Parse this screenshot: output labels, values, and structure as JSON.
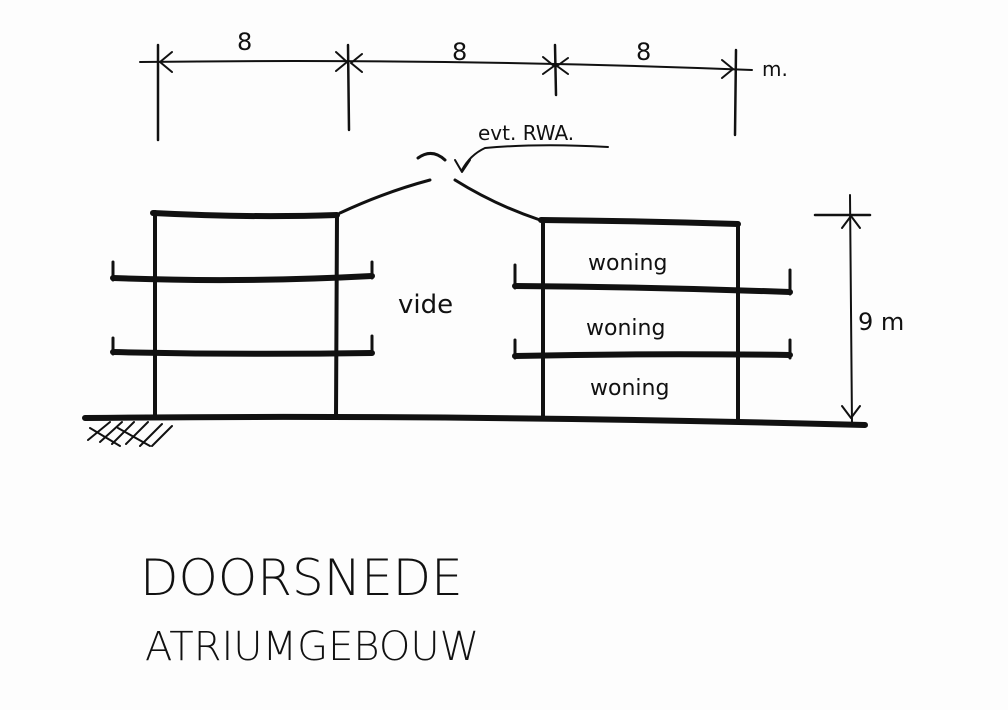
{
  "dimensions": {
    "top_spans": [
      "8",
      "8",
      "8"
    ],
    "top_unit": "m.",
    "height": "9 m"
  },
  "labels": {
    "roof_vent": "evt. RWA.",
    "atrium": "vide",
    "floors": [
      "woning",
      "woning",
      "woning"
    ]
  },
  "title": {
    "line1": "DOORSNEDE",
    "line2": "ATRIUMGEBOUW"
  }
}
